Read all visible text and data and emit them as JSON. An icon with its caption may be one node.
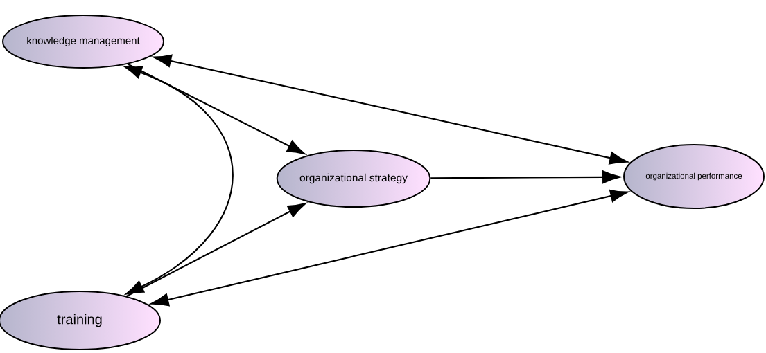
{
  "diagram": {
    "nodes": [
      {
        "text": [
          "knowledge management"
        ]
      },
      {
        "text": [
          "organizational strategy"
        ]
      },
      {
        "text": [
          "organizational performance"
        ]
      },
      {
        "text": [
          "training"
        ]
      }
    ],
    "edges": [
      {
        "from": 0,
        "to": 1,
        "arrow": "to"
      },
      {
        "from": 3,
        "to": 1,
        "arrow": "to"
      },
      {
        "from": 1,
        "to": 2,
        "arrow": "to"
      },
      {
        "from": 0,
        "to": 2,
        "arrow": "both"
      },
      {
        "from": 3,
        "to": 2,
        "arrow": "both"
      },
      {
        "from": 0,
        "to": 3,
        "arrow": "both"
      }
    ]
  }
}
